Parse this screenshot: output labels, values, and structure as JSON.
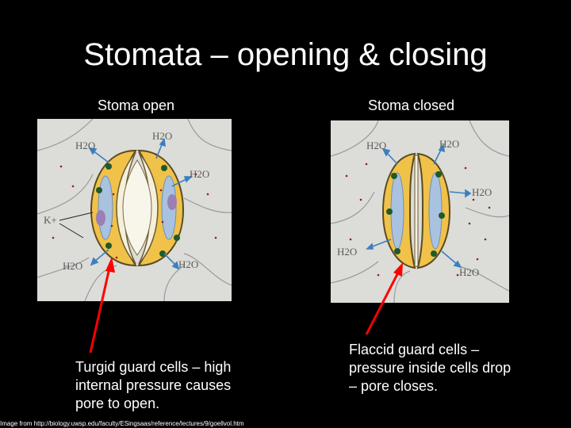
{
  "slide": {
    "title": "Stomata – opening & closing",
    "open_heading": "Stoma open",
    "closed_heading": "Stoma closed",
    "open_caption": "Turgid guard cells – high internal pressure causes pore to open.",
    "closed_caption": "Flaccid guard cells – pressure inside cells drop – pore closes.",
    "credit": "Image from http://biology.uwsp.edu/faculty/ESingsaas/reference/lectures/9/goellvol.htm"
  },
  "open_diagram": {
    "labels": [
      "H2O",
      "H2O",
      "H2O",
      "K+",
      "H2O",
      "H2O"
    ]
  },
  "closed_diagram": {
    "labels": [
      "H2O",
      "H2O",
      "H2O",
      "H2O",
      "H2O"
    ]
  },
  "colors": {
    "background": "#000000",
    "panel": "#dcdcd8",
    "guard_cell_fill": "#f0c24a",
    "guard_cell_outline": "#5a4a20",
    "pore": "#f5f0dc",
    "vacuole": "#a9c2df",
    "arrow_water": "#3a7fc0",
    "pointer_arrow": "#ff0000"
  }
}
